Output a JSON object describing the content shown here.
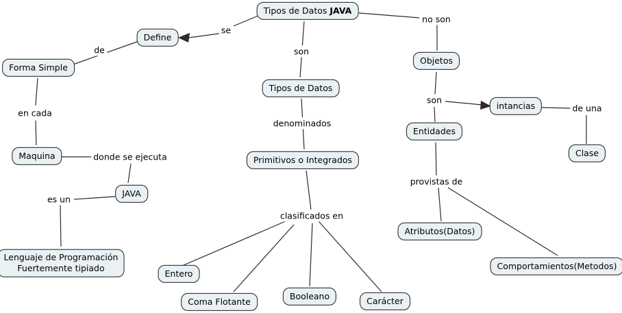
{
  "diagram": {
    "type": "concept-map",
    "topic": "Tipos de Datos JAVA"
  },
  "colors": {
    "node_fill": "#eaf1f4",
    "node_border": "#1f1f1f",
    "line": "#2b2b2b",
    "bg": "#ffffff",
    "text": "#000000"
  },
  "nodes": {
    "tipos_datos_java": {
      "prefix": "Tipos de Datos ",
      "bold": "JAVA"
    },
    "define": {
      "label": "Define"
    },
    "forma_simple": {
      "label": "Forma Simple"
    },
    "maquina": {
      "label": "Maquina"
    },
    "java": {
      "label": "JAVA"
    },
    "lenguaje": {
      "label": "Lenguaje de Programación\nFuertemente tipiado"
    },
    "tipos_de_datos": {
      "label": "Tipos de Datos"
    },
    "primitivos": {
      "label": "Primitivos o Integrados"
    },
    "entero": {
      "label": "Entero"
    },
    "coma_flotante": {
      "label": "Coma Flotante"
    },
    "booleano": {
      "label": "Booleano"
    },
    "caracter": {
      "label": "Carácter"
    },
    "objetos": {
      "label": "Objetos"
    },
    "entidades": {
      "label": "Entidades"
    },
    "intancias": {
      "label": "intancias"
    },
    "clase": {
      "label": "Clase"
    },
    "atributos": {
      "label": "Atributos(Datos)"
    },
    "comportamientos": {
      "label": "Comportamientos(Metodos)"
    }
  },
  "edge_labels": {
    "se": "se",
    "de": "de",
    "en_cada": "en cada",
    "donde_se_ejecuta": "donde se ejecuta",
    "es_un": "es un",
    "son_mid": "son",
    "denominados": "denominados",
    "clasificados_en": "clasificados en",
    "no_son": "no son",
    "son_right": "son",
    "de_una": "de una",
    "provistas_de": "provistas de"
  },
  "edges": [
    {
      "from": "tipos_datos_java",
      "label": "se",
      "to": "define",
      "arrow": true
    },
    {
      "from": "define",
      "label": "de",
      "to": "forma_simple"
    },
    {
      "from": "forma_simple",
      "label": "en cada",
      "to": "maquina"
    },
    {
      "from": "maquina",
      "label": "donde se ejecuta",
      "to": "java"
    },
    {
      "from": "java",
      "label": "es un",
      "to": "lenguaje"
    },
    {
      "from": "tipos_datos_java",
      "label": "son",
      "to": "tipos_de_datos"
    },
    {
      "from": "tipos_de_datos",
      "label": "denominados",
      "to": "primitivos"
    },
    {
      "from": "primitivos",
      "label": "clasificados en",
      "to": "entero"
    },
    {
      "from": "primitivos",
      "label": "clasificados en",
      "to": "coma_flotante"
    },
    {
      "from": "primitivos",
      "label": "clasificados en",
      "to": "booleano"
    },
    {
      "from": "primitivos",
      "label": "clasificados en",
      "to": "caracter"
    },
    {
      "from": "tipos_datos_java",
      "label": "no son",
      "to": "objetos"
    },
    {
      "from": "objetos",
      "label": "son",
      "to": "entidades"
    },
    {
      "from": "objetos",
      "label": "son",
      "to": "intancias",
      "arrow": true
    },
    {
      "from": "intancias",
      "label": "de una",
      "to": "clase"
    },
    {
      "from": "entidades",
      "label": "provistas de",
      "to": "atributos"
    },
    {
      "from": "entidades",
      "label": "provistas de",
      "to": "comportamientos"
    }
  ]
}
